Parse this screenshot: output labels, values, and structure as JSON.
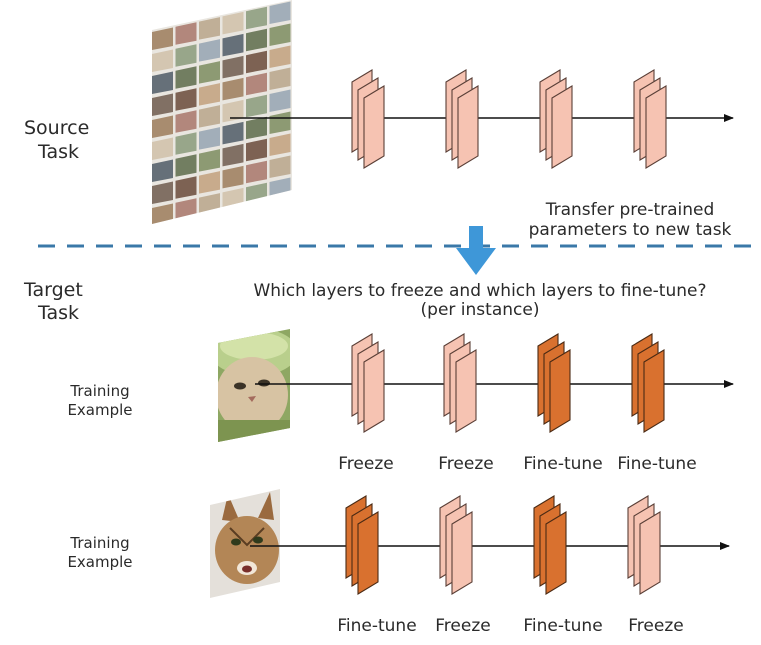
{
  "source": {
    "label_line1": "Source",
    "label_line2": "Task"
  },
  "transfer": {
    "line1": "Transfer pre-trained",
    "line2": "parameters to new task"
  },
  "target": {
    "label_line1": "Target",
    "label_line2": "Task",
    "question_line1": "Which layers to freeze and which layers to fine-tune?",
    "question_line2": "(per instance)"
  },
  "examples": [
    {
      "label_line1": "Training",
      "label_line2": "Example",
      "image": "cat-in-melon-hat-photo",
      "layers": [
        {
          "label": "Freeze",
          "mode": "freeze"
        },
        {
          "label": "Freeze",
          "mode": "freeze"
        },
        {
          "label": "Fine-tune",
          "mode": "finetune"
        },
        {
          "label": "Fine-tune",
          "mode": "finetune"
        }
      ]
    },
    {
      "label_line1": "Training",
      "label_line2": "Example",
      "image": "maine-coon-cat-photo",
      "layers": [
        {
          "label": "Fine-tune",
          "mode": "finetune"
        },
        {
          "label": "Freeze",
          "mode": "freeze"
        },
        {
          "label": "Fine-tune",
          "mode": "finetune"
        },
        {
          "label": "Freeze",
          "mode": "freeze"
        }
      ]
    }
  ],
  "colors": {
    "freeze_fill": "#f6c3b2",
    "finetune_fill": "#d9712f",
    "divider": "#3a78a8",
    "transfer_arrow": "#3e97d8",
    "line": "#111111"
  }
}
